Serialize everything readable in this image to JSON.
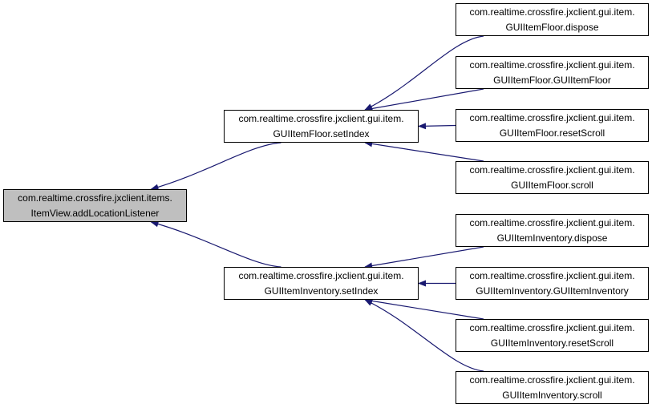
{
  "diagram": {
    "edge_color": "#191970",
    "focus_fill": "#bfbfbf",
    "nodes": {
      "root": {
        "line1": "com.realtime.crossfire.jxclient.items.",
        "line2": "ItemView.addLocationListener"
      },
      "floor_setindex": {
        "line1": "com.realtime.crossfire.jxclient.gui.item.",
        "line2": "GUIItemFloor.setIndex"
      },
      "inventory_setindex": {
        "line1": "com.realtime.crossfire.jxclient.gui.item.",
        "line2": "GUIItemInventory.setIndex"
      },
      "floor_dispose": {
        "line1": "com.realtime.crossfire.jxclient.gui.item.",
        "line2": "GUIItemFloor.dispose"
      },
      "floor_ctor": {
        "line1": "com.realtime.crossfire.jxclient.gui.item.",
        "line2": "GUIItemFloor.GUIItemFloor"
      },
      "floor_resetscroll": {
        "line1": "com.realtime.crossfire.jxclient.gui.item.",
        "line2": "GUIItemFloor.resetScroll"
      },
      "floor_scroll": {
        "line1": "com.realtime.crossfire.jxclient.gui.item.",
        "line2": "GUIItemFloor.scroll"
      },
      "inventory_dispose": {
        "line1": "com.realtime.crossfire.jxclient.gui.item.",
        "line2": "GUIItemInventory.dispose"
      },
      "inventory_ctor": {
        "line1": "com.realtime.crossfire.jxclient.gui.item.",
        "line2": "GUIItemInventory.GUIItemInventory"
      },
      "inventory_resetscroll": {
        "line1": "com.realtime.crossfire.jxclient.gui.item.",
        "line2": "GUIItemInventory.resetScroll"
      },
      "inventory_scroll": {
        "line1": "com.realtime.crossfire.jxclient.gui.item.",
        "line2": "GUIItemInventory.scroll"
      }
    },
    "edges": [
      {
        "from": "floor_setindex",
        "to": "root"
      },
      {
        "from": "inventory_setindex",
        "to": "root"
      },
      {
        "from": "floor_dispose",
        "to": "floor_setindex"
      },
      {
        "from": "floor_ctor",
        "to": "floor_setindex"
      },
      {
        "from": "floor_resetscroll",
        "to": "floor_setindex"
      },
      {
        "from": "floor_scroll",
        "to": "floor_setindex"
      },
      {
        "from": "inventory_dispose",
        "to": "inventory_setindex"
      },
      {
        "from": "inventory_ctor",
        "to": "inventory_setindex"
      },
      {
        "from": "inventory_resetscroll",
        "to": "inventory_setindex"
      },
      {
        "from": "inventory_scroll",
        "to": "inventory_setindex"
      }
    ]
  }
}
